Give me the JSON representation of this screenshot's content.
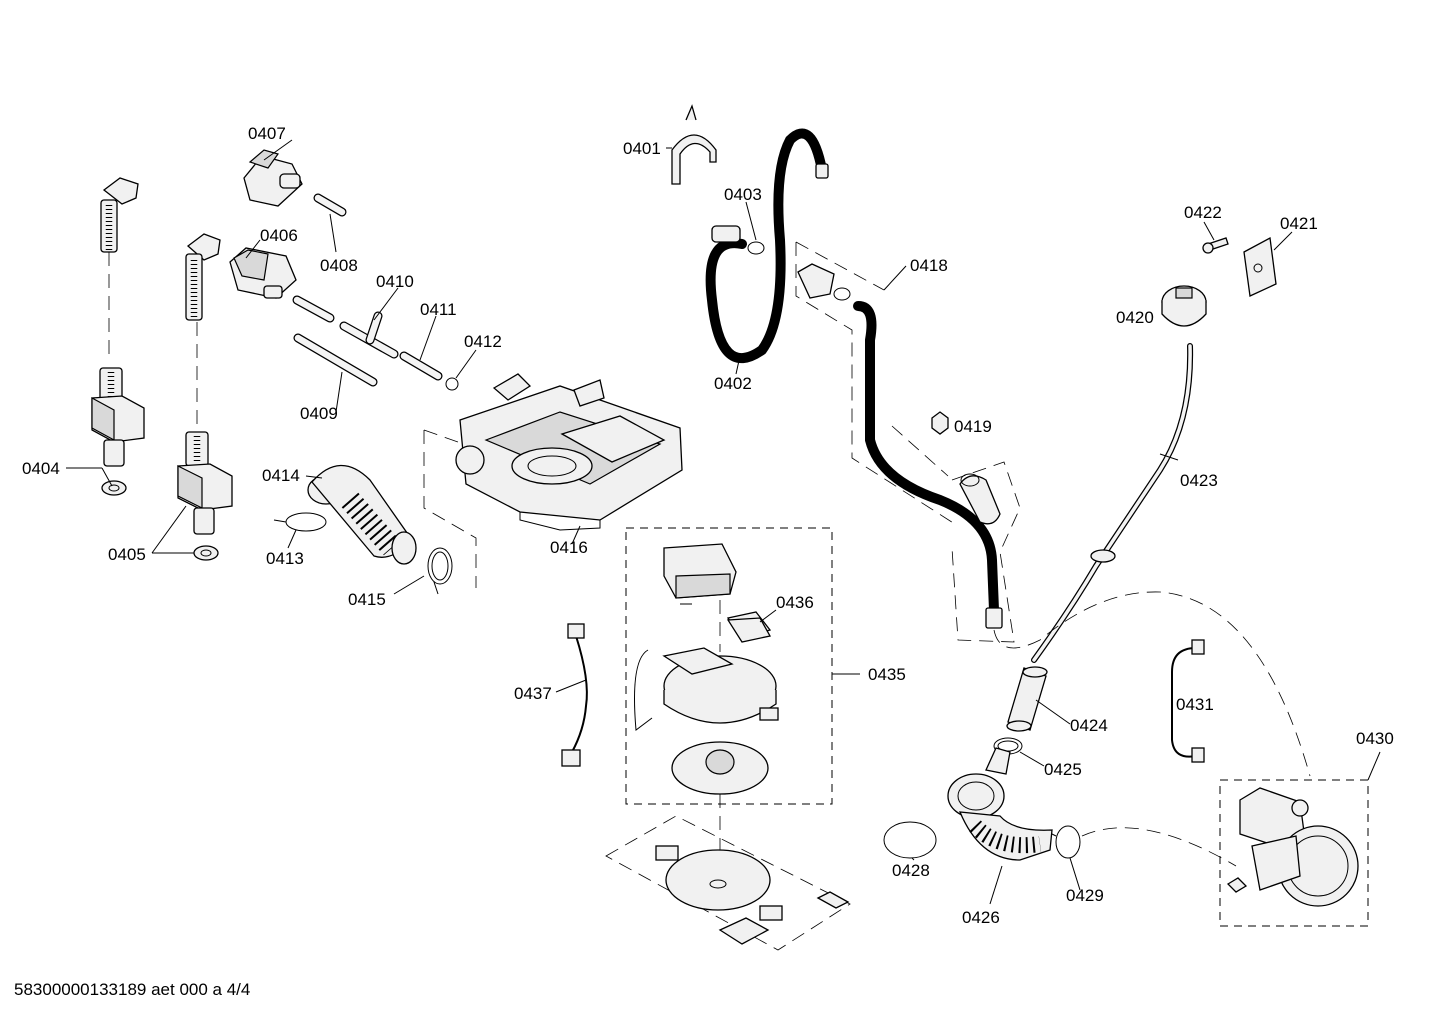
{
  "diagram": {
    "labels": {
      "p0401": "0401",
      "p0402": "0402",
      "p0403": "0403",
      "p0404": "0404",
      "p0405": "0405",
      "p0406": "0406",
      "p0407": "0407",
      "p0408": "0408",
      "p0409": "0409",
      "p0410": "0410",
      "p0411": "0411",
      "p0412": "0412",
      "p0413": "0413",
      "p0414": "0414",
      "p0415": "0415",
      "p0416": "0416",
      "p0418": "0418",
      "p0419": "0419",
      "p0420": "0420",
      "p0421": "0421",
      "p0422": "0422",
      "p0423": "0423",
      "p0424": "0424",
      "p0425": "0425",
      "p0426": "0426",
      "p0428": "0428",
      "p0429": "0429",
      "p0430": "0430",
      "p0431": "0431",
      "p0435": "0435",
      "p0436": "0436",
      "p0437": "0437"
    }
  },
  "footer": {
    "code": "58300000133189 aet 000 a 4/4"
  }
}
